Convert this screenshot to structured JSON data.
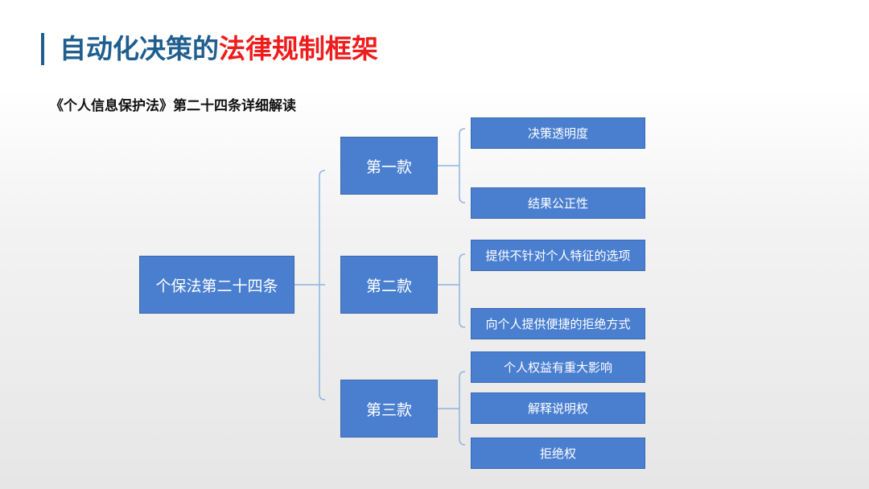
{
  "title": {
    "part1": "自动化决策的",
    "part2": "法律规制框架"
  },
  "subtitle": "《个人信息保护法》第二十四条详细解读",
  "diagram": {
    "root": "个保法第二十四条",
    "clauses": [
      {
        "label": "第一款",
        "items": [
          "决策透明度",
          "结果公正性"
        ]
      },
      {
        "label": "第二款",
        "items": [
          "提供不针对个人特征的选项",
          "向个人提供便捷的拒绝方式"
        ]
      },
      {
        "label": "第三款",
        "items": [
          "个人权益有重大影响",
          "解释说明权",
          "拒绝权"
        ]
      }
    ]
  },
  "colors": {
    "title_primary": "#1f5e8e",
    "title_accent": "#ee1c1c",
    "box_fill": "#4a7fd0",
    "connector": "#8fb3de"
  }
}
